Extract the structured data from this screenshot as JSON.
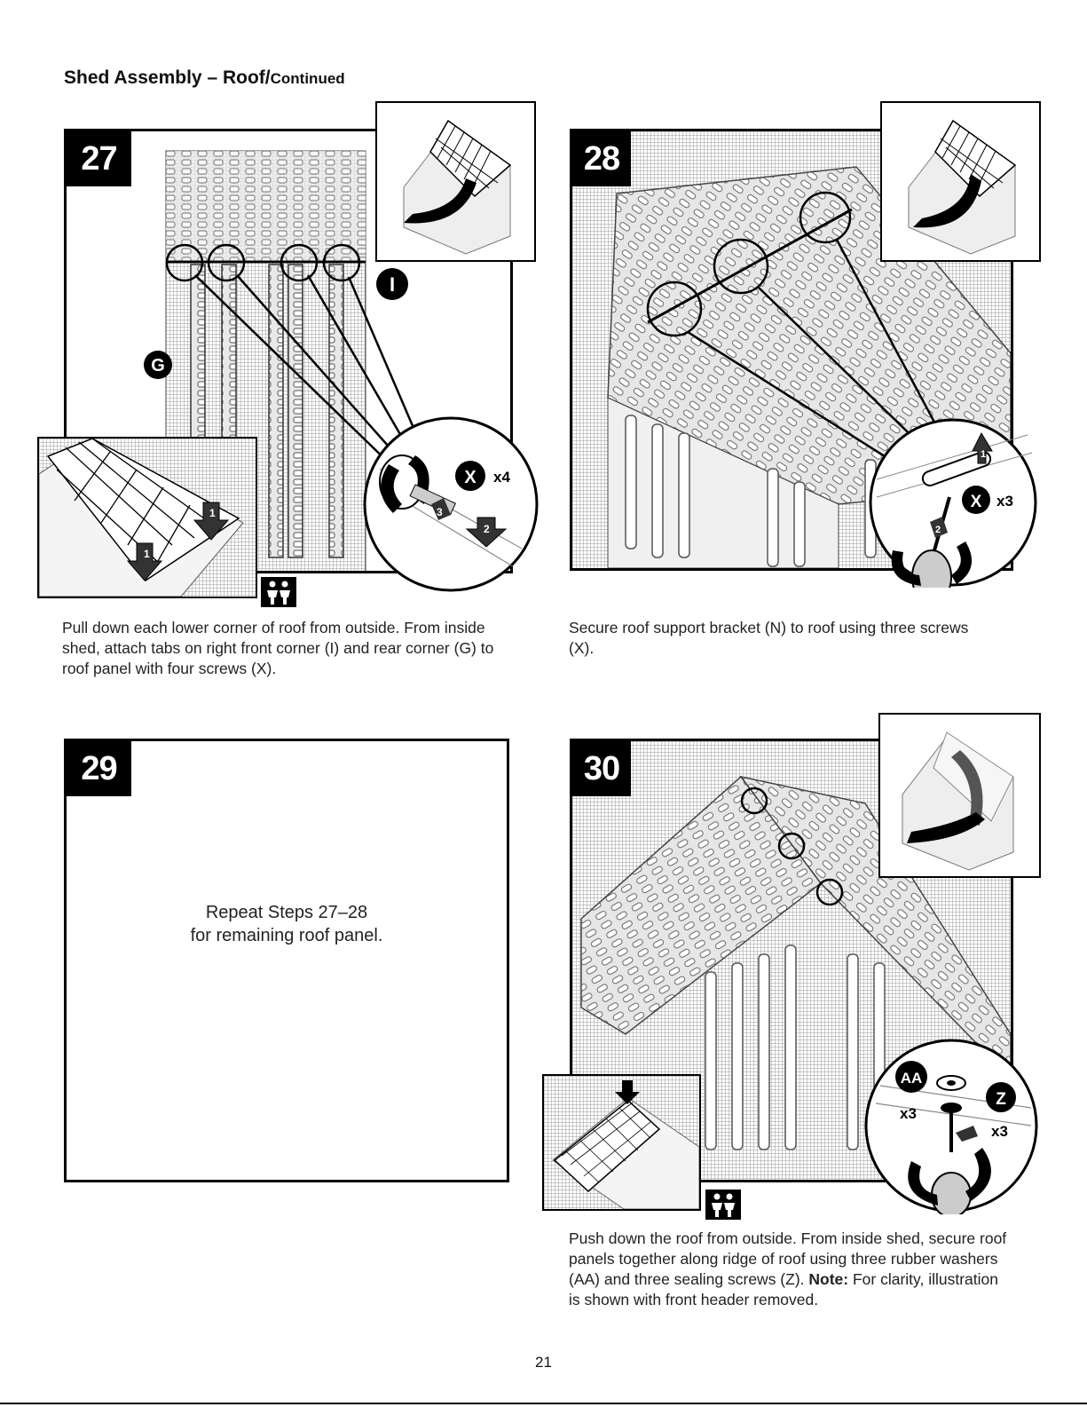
{
  "page": {
    "title": "Shed Assembly – Roof/",
    "title_continued": "Continued",
    "page_number": "21"
  },
  "steps": [
    {
      "number": "27",
      "labels": {
        "part_i": "I",
        "part_g": "G",
        "screw": "X",
        "screw_qty": "x4",
        "arrow1": "1",
        "arrow2": "2",
        "arrow3": "3"
      },
      "caption": "Pull down each lower corner of roof from outside. From inside shed, attach tabs on right front corner (I) and rear corner (G) to roof panel with four screws (X).",
      "two_person_icon": "two-person-icon"
    },
    {
      "number": "28",
      "labels": {
        "screw": "X",
        "screw_qty": "x3",
        "arrow1": "1",
        "arrow2": "2"
      },
      "caption": "Secure roof support bracket (N) to roof using three screws (X)."
    },
    {
      "number": "29",
      "repeat_line1": "Repeat Steps 27–28",
      "repeat_line2": "for remaining roof panel."
    },
    {
      "number": "30",
      "labels": {
        "washer": "AA",
        "washer_qty": "x3",
        "sealing_screw": "Z",
        "sealing_screw_qty": "x3"
      },
      "caption_main": "Push down the roof from outside. From inside shed, secure roof panels together along ridge of roof using three rubber washers (AA) and three sealing screws (Z).",
      "note_label": "Note:",
      "note_text": " For clarity, illustration is shown with front header removed.",
      "two_person_icon": "two-person-icon"
    }
  ]
}
